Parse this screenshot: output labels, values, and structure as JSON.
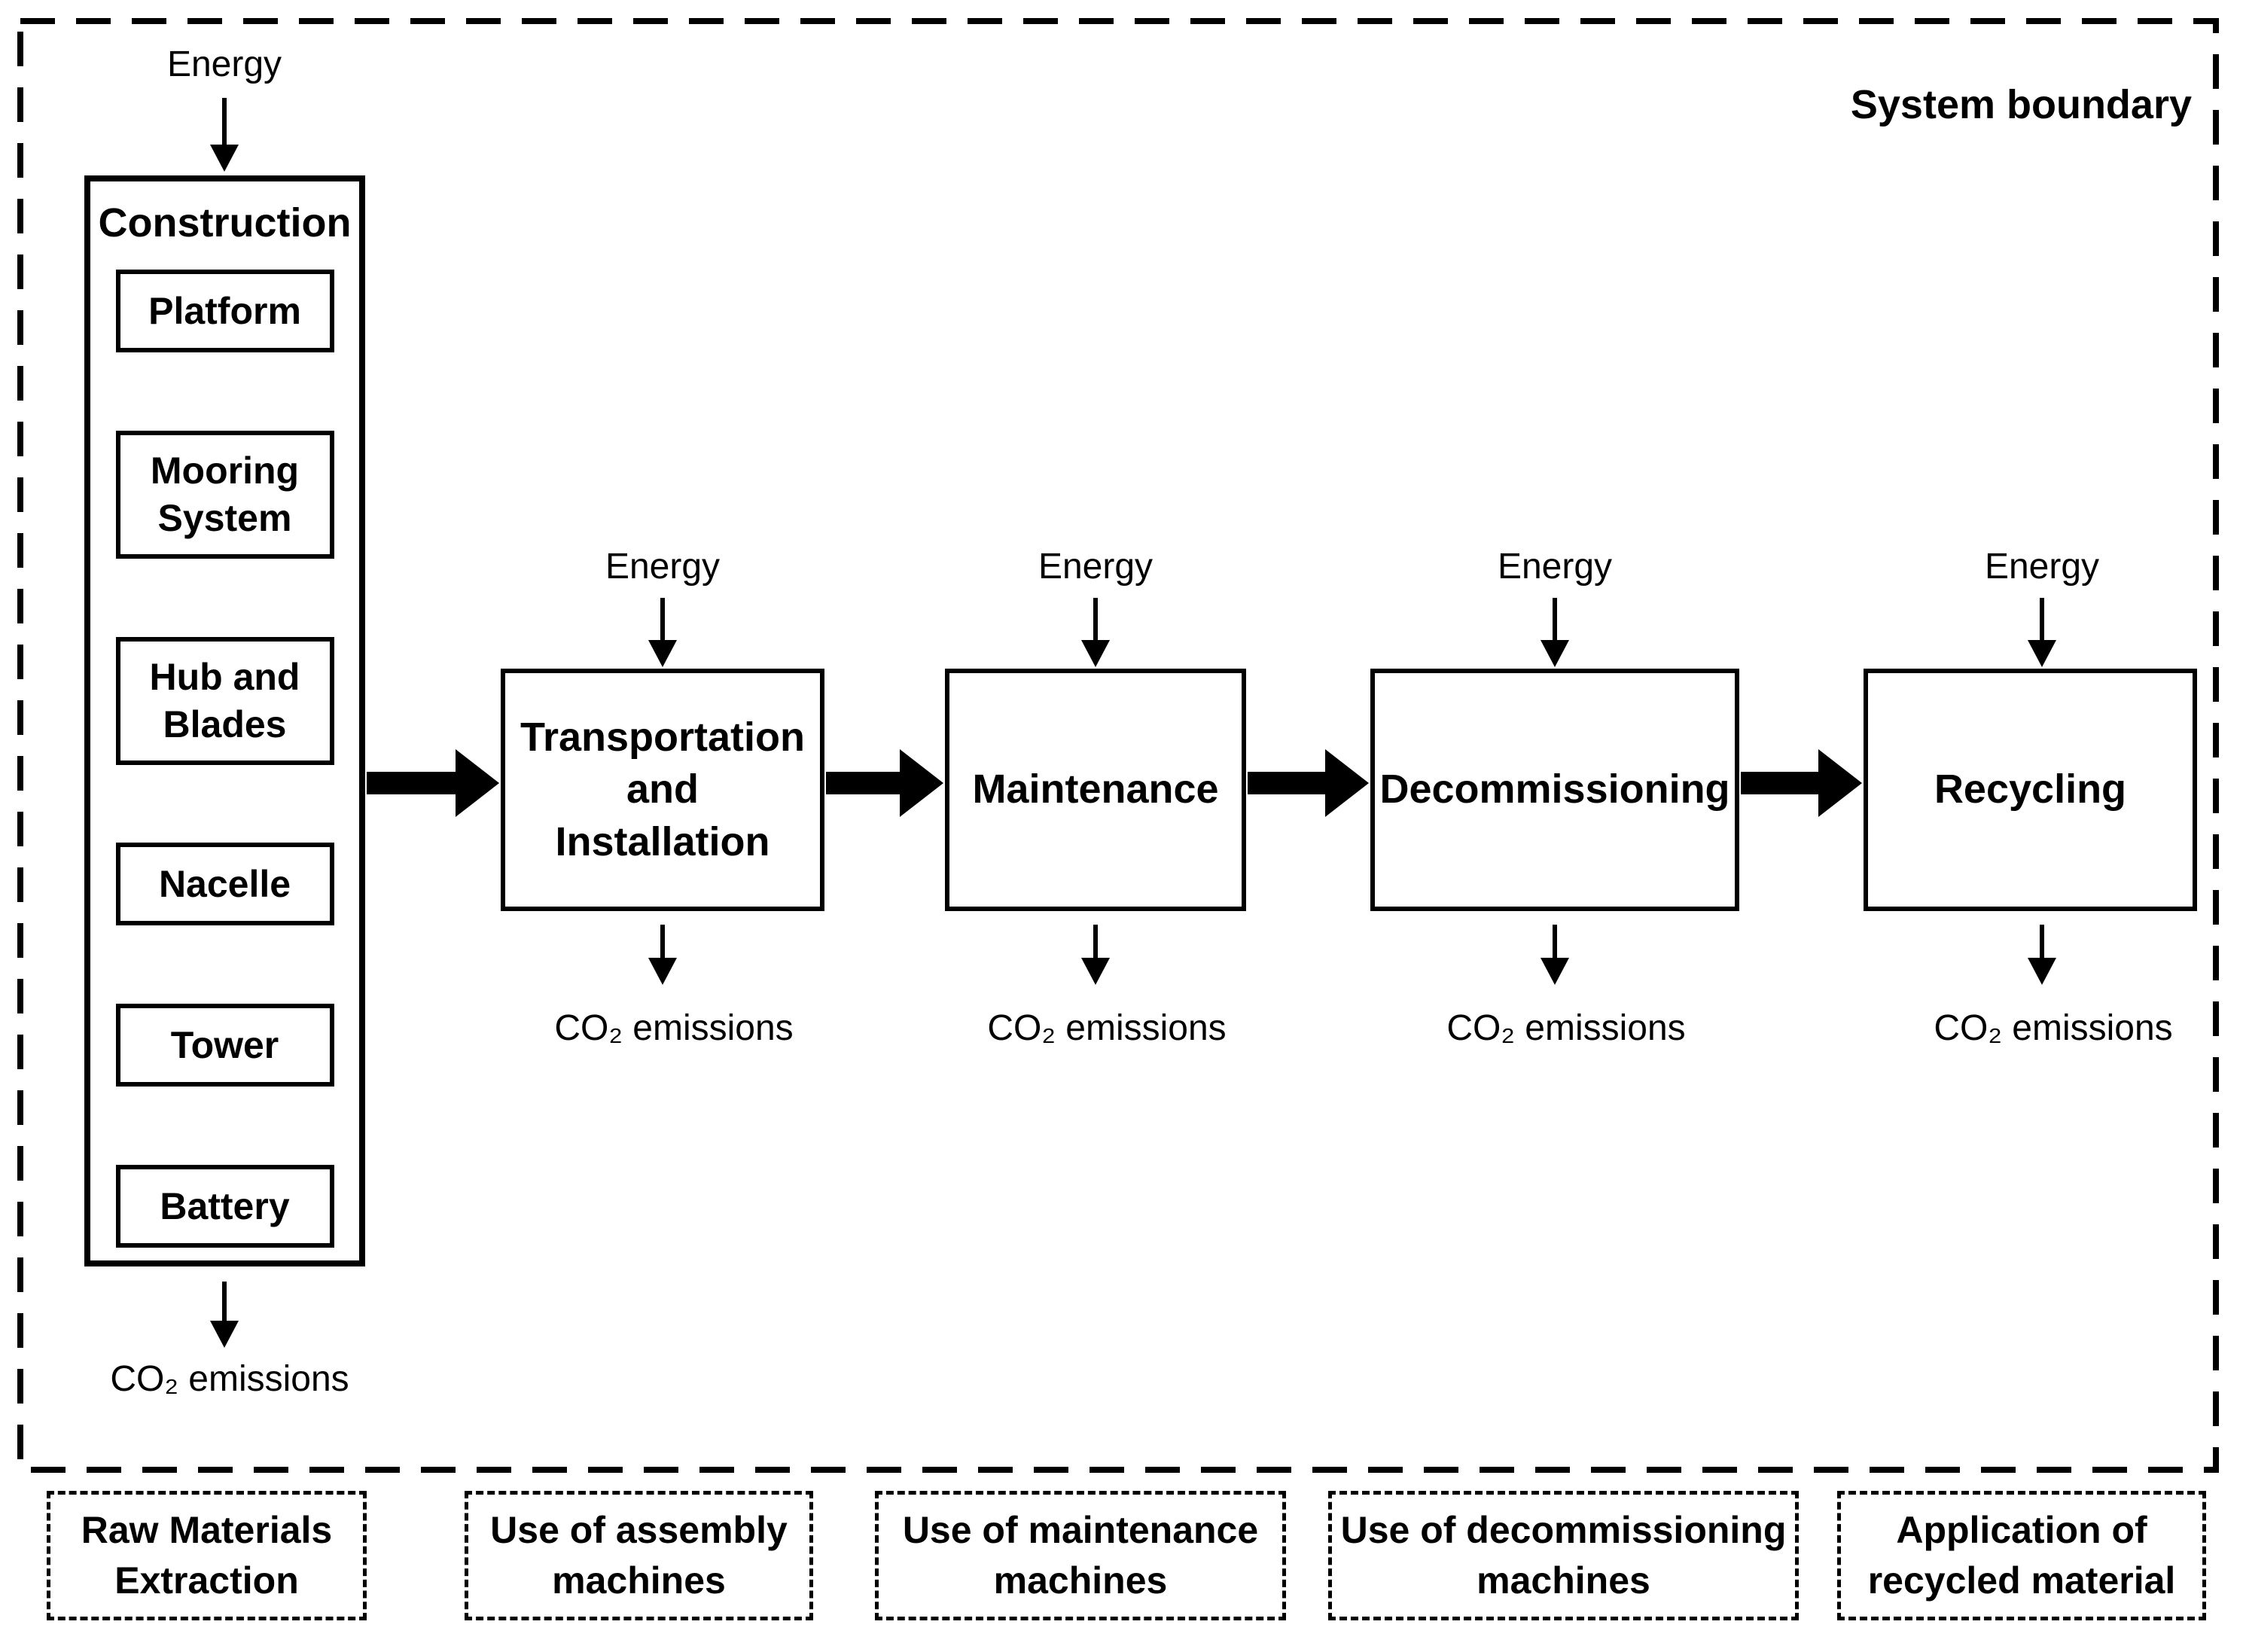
{
  "system_boundary": {
    "label": "System boundary"
  },
  "flows": {
    "energy": "Energy",
    "co2_emissions": "CO₂ emissions"
  },
  "construction": {
    "title": "Construction",
    "components": [
      "Platform",
      "Mooring System",
      "Hub and Blades",
      "Nacelle",
      "Tower",
      "Battery"
    ]
  },
  "stages": [
    {
      "label": "Transportation\nand\nInstallation"
    },
    {
      "label": "Maintenance"
    },
    {
      "label": "Decommissioning"
    },
    {
      "label": "Recycling"
    }
  ],
  "external_processes": [
    {
      "label": "Raw Materials Extraction"
    },
    {
      "label": "Use of assembly machines"
    },
    {
      "label": "Use of maintenance machines"
    },
    {
      "label": "Use of decommissioning machines"
    },
    {
      "label": "Application of recycled material"
    }
  ],
  "colors": {
    "ink": "#000000",
    "background": "#ffffff"
  }
}
